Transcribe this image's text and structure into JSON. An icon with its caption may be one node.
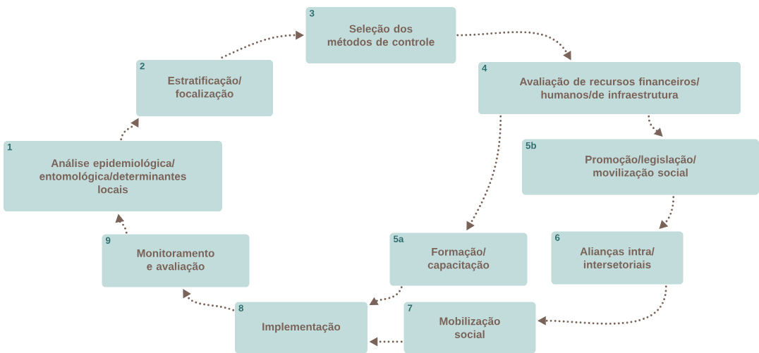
{
  "diagram": {
    "nodes": [
      {
        "text": [
          "1",
          "Análise epidemiológica/ entomológica/determinantes locais"
        ]
      },
      {
        "text": [
          "2",
          "Estratificação/ focalização"
        ]
      },
      {
        "text": [
          "3",
          "Seleção dos métodos de controle"
        ]
      },
      {
        "text": [
          "4",
          "Avaliação de recursos financeiros/ humanos/de infraestrutura"
        ]
      },
      {
        "text": [
          "5a",
          "Formação/ capacitação"
        ]
      },
      {
        "text": [
          "5b",
          "Promoção/legislação/ movilização social"
        ]
      },
      {
        "text": [
          "6",
          "Alianças intra/ intersetoriais"
        ]
      },
      {
        "text": [
          "7",
          "Mobilização social"
        ]
      },
      {
        "text": [
          "8",
          "Implementação"
        ]
      },
      {
        "text": [
          "9",
          "Monitoramento e avaliação"
        ]
      }
    ],
    "edges": [
      {
        "from": 0,
        "to": 1,
        "arrow": "to"
      },
      {
        "from": 1,
        "to": 2,
        "arrow": "to"
      },
      {
        "from": 2,
        "to": 3,
        "arrow": "to"
      },
      {
        "from": 3,
        "to": 4,
        "arrow": "to"
      },
      {
        "from": 3,
        "to": 5,
        "arrow": "to"
      },
      {
        "from": 5,
        "to": 6,
        "arrow": "to"
      },
      {
        "from": 6,
        "to": 7,
        "arrow": "to"
      },
      {
        "from": 7,
        "to": 8,
        "arrow": "to"
      },
      {
        "from": 4,
        "to": 8,
        "arrow": "to"
      },
      {
        "from": 8,
        "to": 9,
        "arrow": "to"
      },
      {
        "from": 9,
        "to": 0,
        "arrow": "to"
      }
    ]
  }
}
